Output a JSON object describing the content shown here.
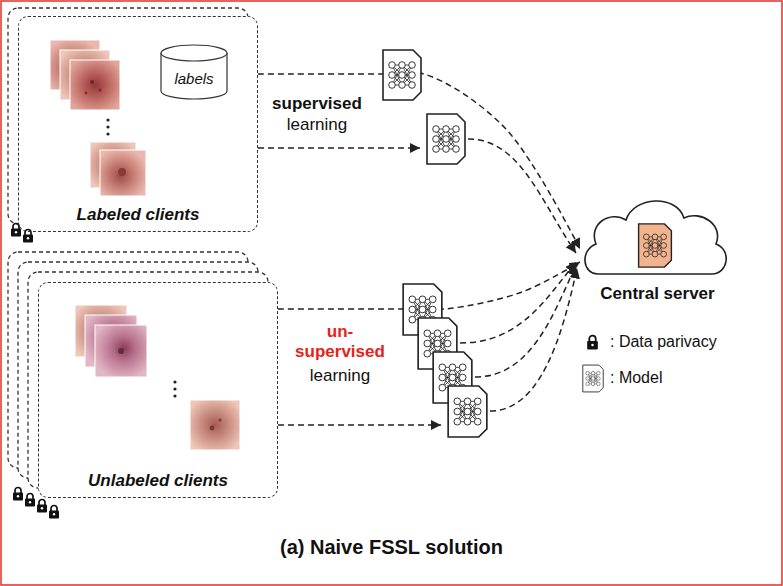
{
  "diagram": {
    "caption": "(a) Naive FSSL solution",
    "nodes": [
      {
        "text": [
          "Labeled clients"
        ]
      },
      {
        "text": [
          "labels"
        ],
        "in": 0
      },
      {
        "text": [
          "Unlabeled clients"
        ]
      },
      {
        "text": [
          "Central server"
        ]
      }
    ],
    "edges": [
      {
        "from": 0,
        "to": 3,
        "arrow": "to"
      },
      {
        "from": 2,
        "to": 3,
        "arrow": "to"
      }
    ],
    "labels": [
      "supervised",
      "learning",
      "un- supervised",
      "learning"
    ],
    "legend": [
      {
        "text": ": Data parivacy"
      },
      {
        "text": ": Model"
      }
    ]
  }
}
